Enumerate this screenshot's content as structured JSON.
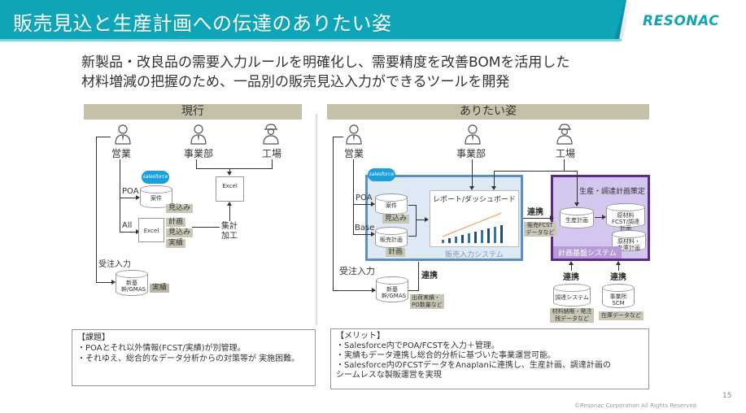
{
  "header": {
    "title": "販売見込と生産計画への伝達のありたい姿",
    "logo": "RESONAC",
    "brand_color": "#0ea5b8"
  },
  "lead": {
    "line1": "新製品・改良品の需要入力ルールを明確化し、需要精度を改善BOMを活用した",
    "line2": "材料増減の把握のため、一品別の販売見込入力ができるツールを開発"
  },
  "current": {
    "heading": "現行",
    "actors": [
      "営業",
      "事業部",
      "工場"
    ],
    "salesforce_label": "salesforce",
    "poa_label": "POA",
    "all_label": "All",
    "case_db": "案件",
    "case_tag": "見込み",
    "excel_label": "Excel",
    "excel_tags": [
      "計画",
      "見込み",
      "実績"
    ],
    "aggregate": [
      "集計",
      "加工"
    ],
    "order_input": "受注入力",
    "gmas_db": "新基幹/GMAS",
    "gmas_tag": "実績",
    "issues_title": "【課題】",
    "issues": [
      "・POAとそれ以外情報(FCST/実績)が別管理。",
      "・それゆえ、総合的なデータ分析からの対策等が 実施困難。"
    ]
  },
  "future": {
    "heading": "ありたい姿",
    "actors": [
      "営業",
      "事業部",
      "工場"
    ],
    "salesforce_label": "salesforce",
    "poa_label": "POA",
    "base_label": "Base",
    "case_db": "案件",
    "case_tag": "見込み",
    "plan_db": "販売計画",
    "plan_tag": "計画",
    "report_title": "レポート/ダッシュボード",
    "sales_system": "販売入力システム",
    "link_label": "連携",
    "link_tag": "販売FCSTデータなど",
    "production_caption": "生産・調達計画策定",
    "production_db": "生産計画",
    "material_db": "原材料FCST/調達計画",
    "inventory_db": "原材料・在庫計画",
    "plan_system": "計画基盤システム",
    "order_input": "受注入力",
    "gmas_db": "新基幹/GMAS",
    "gmas_link": "連携",
    "gmas_tag": "出荷実績・PO数量など",
    "procure_link": "連携",
    "procure_db": "調達システム",
    "procure_tag": "材料納期・発注残データなど",
    "scm_link": "連携",
    "scm_db": "事業所SCM",
    "scm_tag": "在庫データなど",
    "merits_title": "【メリット】",
    "merits": [
      "・Salesforce内でPOA/FCSTを入力＋管理。",
      "・実績もデータ連携し総合的分析に基づいた事業運営可能。",
      "・Salesforce内のFCSTデータをAnaplanに連携し、生産計画、調達計画の",
      "シームレスな製販運営を実現"
    ],
    "mini_chart": [
      2,
      3,
      4,
      5,
      6,
      7,
      8,
      9,
      10,
      11
    ]
  },
  "footer": {
    "page_number": "15",
    "copyright": "©Resonac Corporation All Rights Reserved."
  }
}
